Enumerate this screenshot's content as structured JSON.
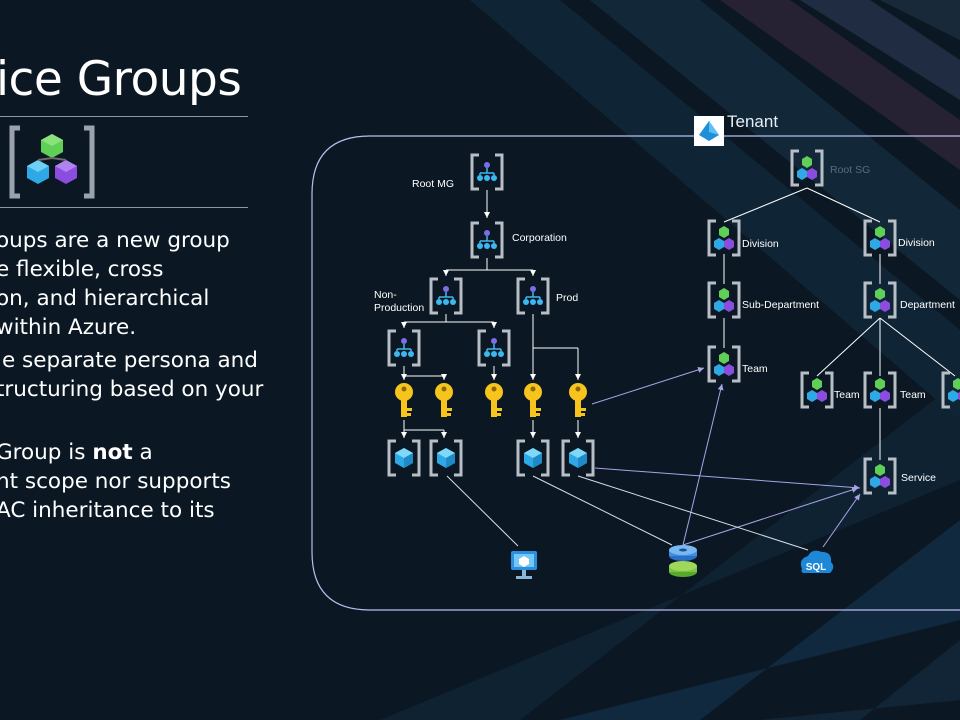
{
  "slide": {
    "title": "ice Groups",
    "bullets": [
      "oups are a new group",
      "e flexible, cross",
      "on, and hierarchical",
      "within Azure.",
      "le separate persona and",
      "tructuring based on your"
    ],
    "bullet3": {
      "line1_pre": "Group is ",
      "line1_bold": "not",
      "line1_post": " a",
      "line2": "nt scope nor supports",
      "line3": "AC inheritance to its"
    }
  },
  "diagram": {
    "tenant_label": "Tenant",
    "left_tree": {
      "root": "Root MG",
      "corporation": "Corporation",
      "non_production_1": "Non-",
      "non_production_2": "Production",
      "prod": "Prod"
    },
    "right_tree": {
      "root": "Root SG",
      "division_a": "Division",
      "division_b": "Division",
      "sub_department": "Sub-Department",
      "department": "Department",
      "team_a": "Team",
      "team_b": "Team",
      "team_c": "Team",
      "service": "Service"
    },
    "resources": {
      "sql": "SQL"
    }
  },
  "colors": {
    "background": "#0b1823",
    "frame": "#b9bdf0",
    "purple_line": "#a9a3e6",
    "key": "#f7c41e",
    "cube": "#39c3e8"
  }
}
